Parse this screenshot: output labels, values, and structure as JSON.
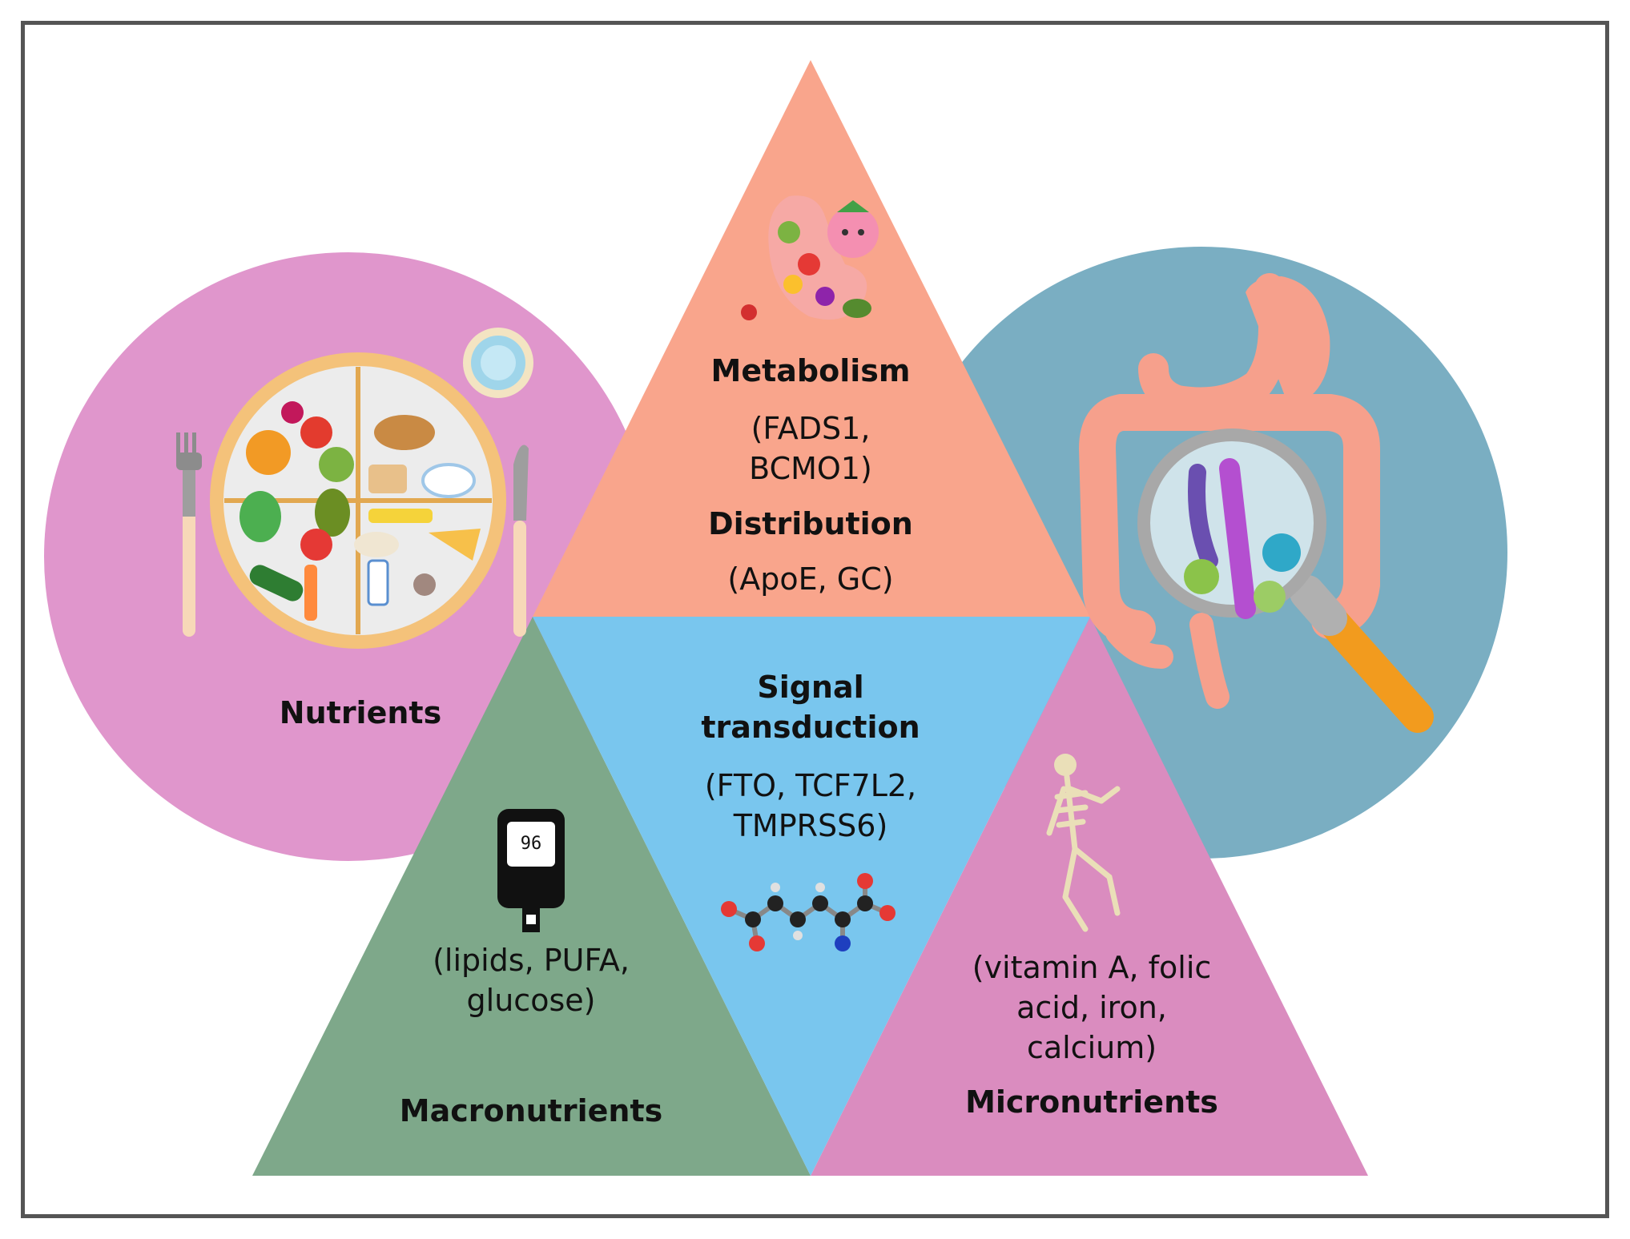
{
  "colors": {
    "left_circle": "#e096cc",
    "right_circle": "#7aaec2",
    "top_triangle": "#f9a58c",
    "center_triangle": "#79c6ee",
    "left_triangle": "#7ea88a",
    "right_triangle": "#da8cbf",
    "border": "#555555"
  },
  "icons": [
    "food-plate-icon",
    "fork-icon",
    "knife-icon",
    "water-glass-icon",
    "stomach-with-fruits-icon",
    "digestive-tract-icon",
    "magnifier-microbiome-icon",
    "glucose-meter-icon",
    "molecule-icon",
    "skeleton-icon"
  ],
  "glucose_meter_reading": "96",
  "labels": {
    "nutrients": "Nutrients",
    "metabolism": "Metabolism",
    "metabolism_genes": "(FADS1,\nBCMO1)",
    "distribution": "Distribution",
    "distribution_genes": "(ApoE, GC)",
    "signal_transduction": "Signal\ntransduction",
    "signal_genes": "(FTO, TCF7L2,\nTMPRSS6)",
    "macronutrients": "Macronutrients",
    "macronutrients_examples": "(lipids, PUFA,\nglucose)",
    "micronutrients": "Micronutrients",
    "micronutrients_examples": "(vitamin A, folic\nacid, iron,\ncalcium)"
  }
}
